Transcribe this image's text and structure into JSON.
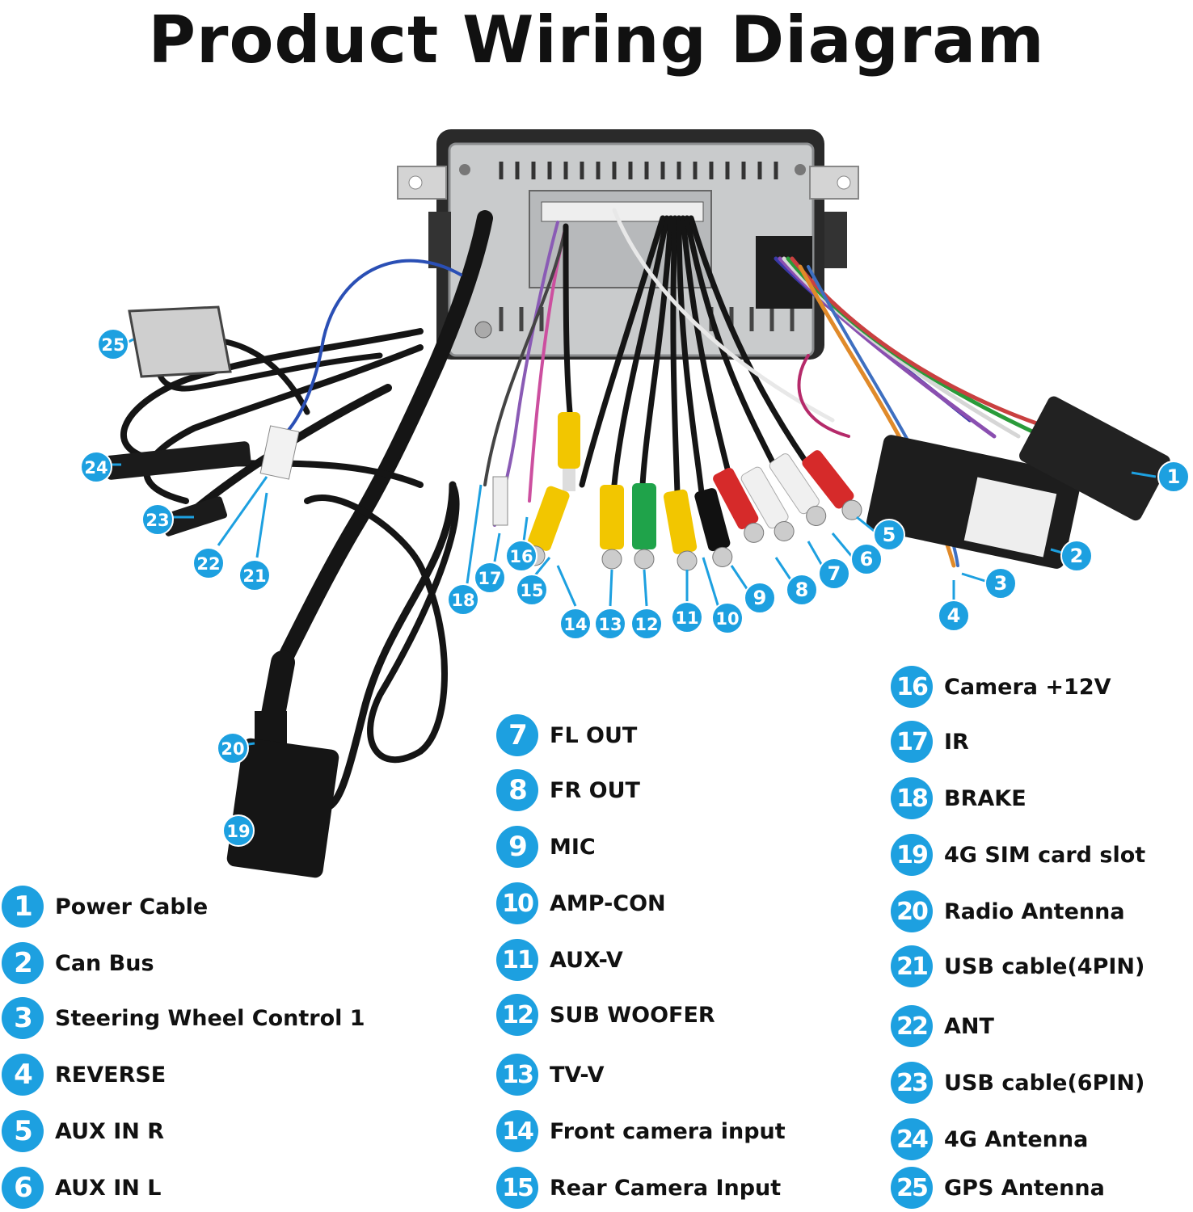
{
  "title": "Product Wiring Diagram",
  "colors": {
    "badge": "#1da0e0",
    "leader_line": "#1da0e0",
    "text": "#111111",
    "background": "#ffffff"
  },
  "callouts": [
    "1",
    "2",
    "3",
    "4",
    "5",
    "6",
    "7",
    "8",
    "9",
    "10",
    "11",
    "12",
    "13",
    "14",
    "15",
    "16",
    "17",
    "18",
    "19",
    "20",
    "21",
    "22",
    "23",
    "24",
    "25"
  ],
  "legend": [
    {
      "num": "1",
      "label": "Power Cable"
    },
    {
      "num": "2",
      "label": "Can Bus"
    },
    {
      "num": "3",
      "label": "Steering Wheel Control 1"
    },
    {
      "num": "4",
      "label": "REVERSE"
    },
    {
      "num": "5",
      "label": "AUX IN R"
    },
    {
      "num": "6",
      "label": "AUX IN L"
    },
    {
      "num": "7",
      "label": "FL OUT"
    },
    {
      "num": "8",
      "label": "FR OUT"
    },
    {
      "num": "9",
      "label": "MIC"
    },
    {
      "num": "10",
      "label": "AMP-CON"
    },
    {
      "num": "11",
      "label": "AUX-V"
    },
    {
      "num": "12",
      "label": "SUB WOOFER"
    },
    {
      "num": "13",
      "label": "TV-V"
    },
    {
      "num": "14",
      "label": "Front camera input"
    },
    {
      "num": "15",
      "label": "Rear Camera Input"
    },
    {
      "num": "16",
      "label": "Camera +12V"
    },
    {
      "num": "17",
      "label": "IR"
    },
    {
      "num": "18",
      "label": "BRAKE"
    },
    {
      "num": "19",
      "label": "4G SIM card slot"
    },
    {
      "num": "20",
      "label": "Radio Antenna"
    },
    {
      "num": "21",
      "label": "USB cable(4PIN)"
    },
    {
      "num": "22",
      "label": "ANT"
    },
    {
      "num": "23",
      "label": "USB cable(6PIN)"
    },
    {
      "num": "24",
      "label": "4G Antenna"
    },
    {
      "num": "25",
      "label": "GPS Antenna"
    }
  ]
}
